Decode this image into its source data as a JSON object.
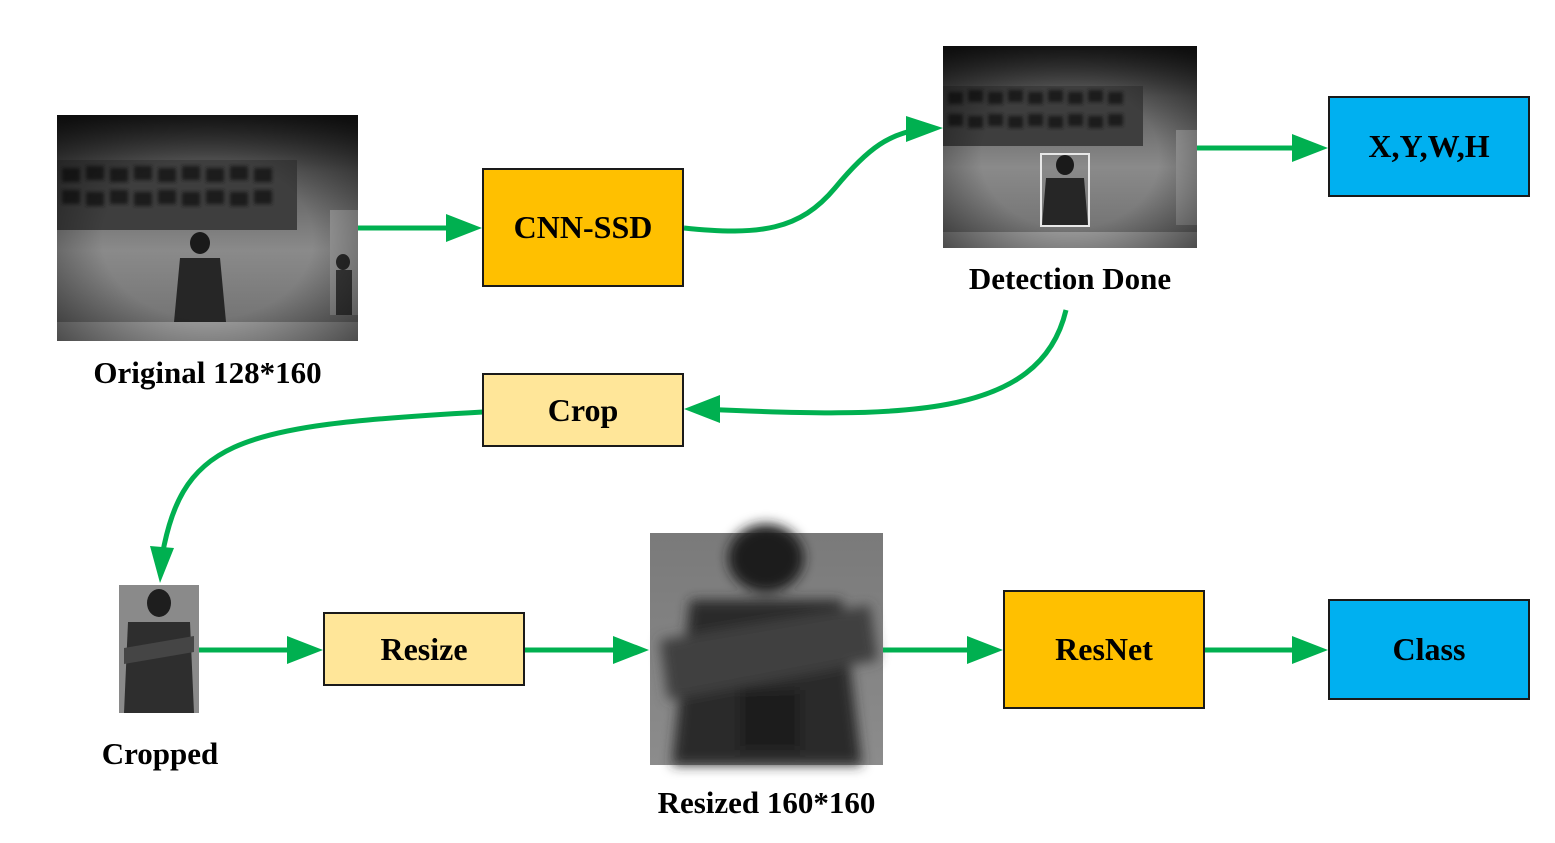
{
  "colors": {
    "arrow": "#00b050",
    "process": "#ffc000",
    "step": "#ffe699",
    "output": "#00b0f0"
  },
  "nodes": {
    "cnn_ssd": "CNN-SSD",
    "xywh": "X,Y,W,H",
    "crop": "Crop",
    "resize": "Resize",
    "resnet": "ResNet",
    "class": "Class"
  },
  "captions": {
    "original": "Original 128*160",
    "detection": "Detection Done",
    "cropped": "Cropped",
    "resized": "Resized 160*160"
  }
}
